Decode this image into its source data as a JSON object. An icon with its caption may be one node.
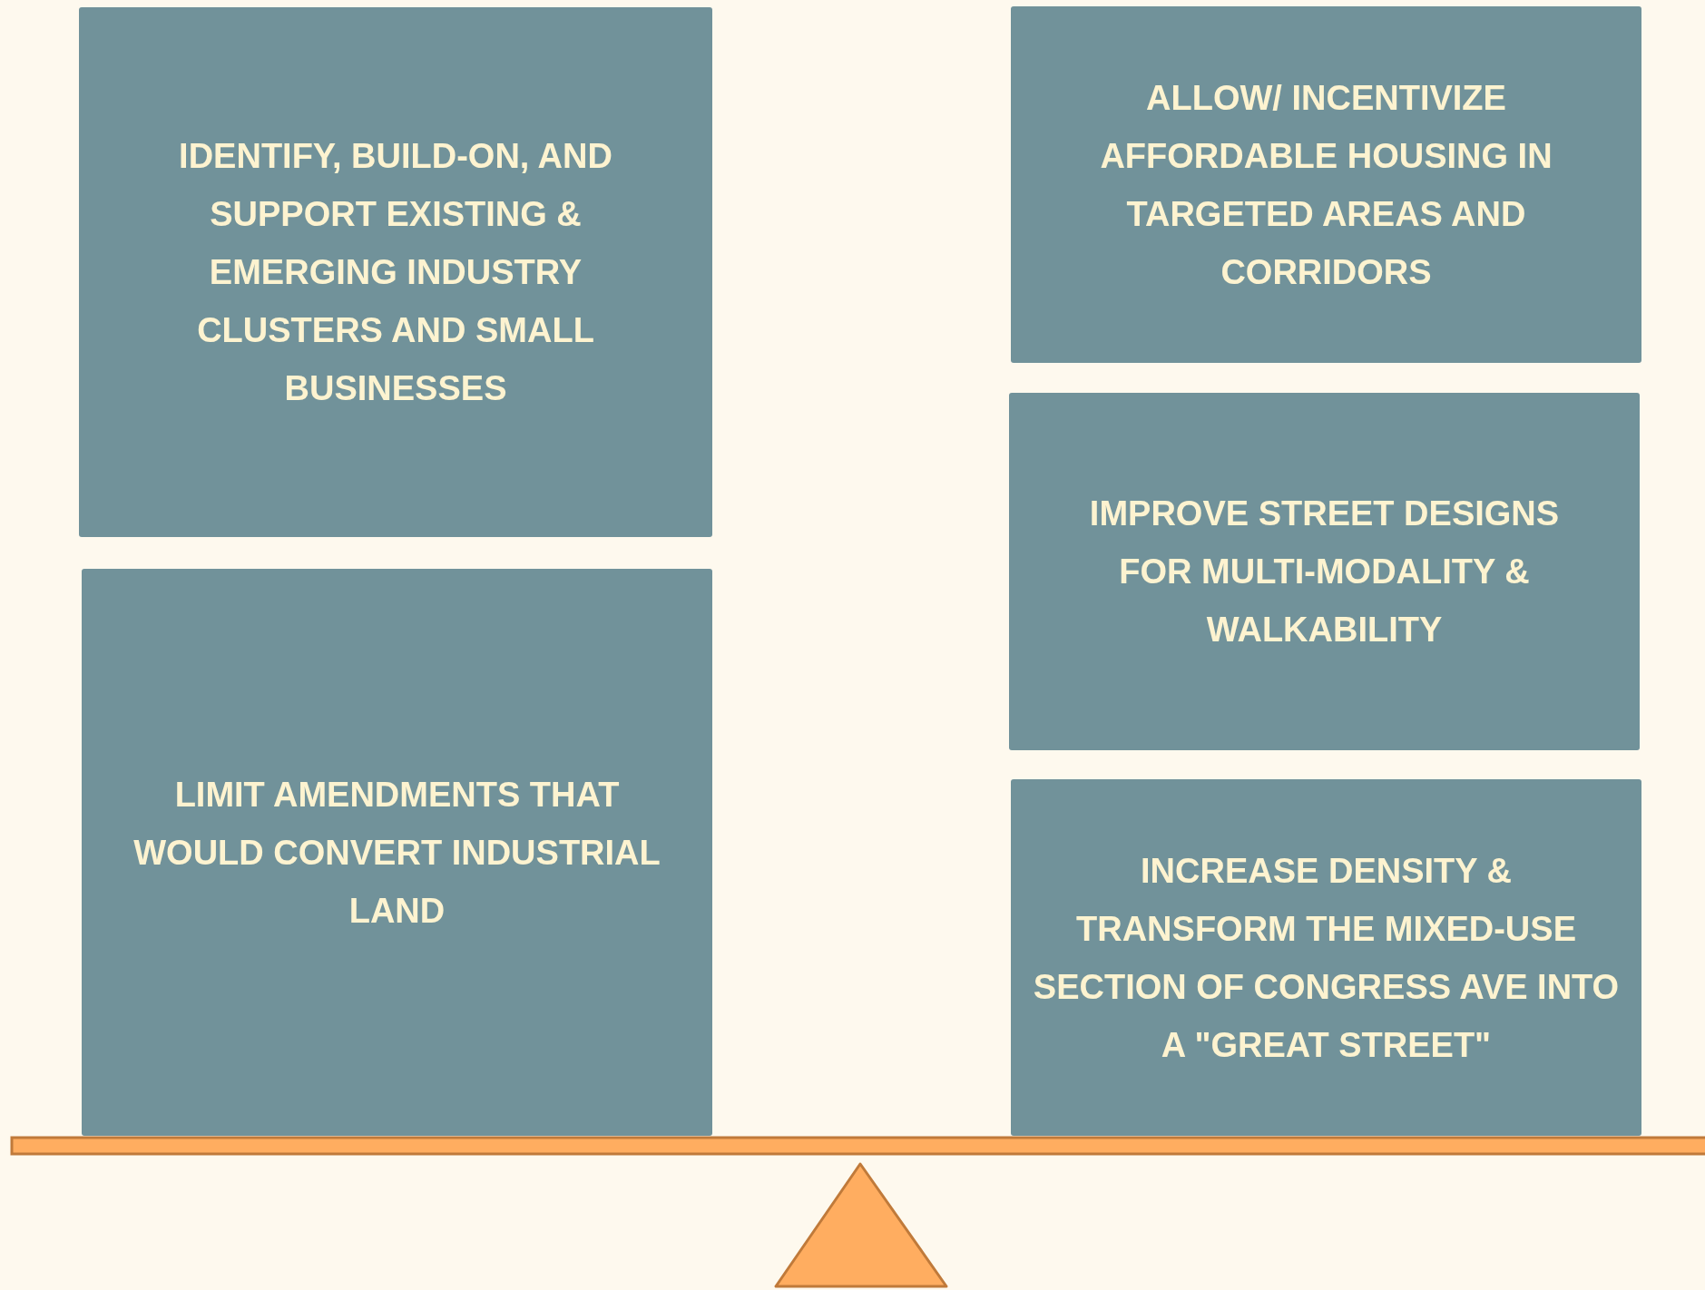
{
  "diagram": {
    "nodes": [
      {
        "text": [
          "IDENTIFY, BUILD-ON, AND SUPPORT EXISTING & EMERGING INDUSTRY CLUSTERS AND SMALL BUSINESSES"
        ]
      },
      {
        "text": [
          "LIMIT AMENDMENTS THAT WOULD CONVERT INDUSTRIAL LAND"
        ]
      },
      {
        "text": [
          "ALLOW/ INCENTIVIZE AFFORDABLE HOUSING IN TARGETED AREAS AND CORRIDORS"
        ]
      },
      {
        "text": [
          "IMPROVE STREET DESIGNS FOR MULTI-MODALITY & WALKABILITY"
        ]
      },
      {
        "text": [
          "INCREASE DENSITY & TRANSFORM THE MIXED-USE SECTION OF CONGRESS AVE INTO A \"GREAT STREET\""
        ]
      }
    ]
  }
}
